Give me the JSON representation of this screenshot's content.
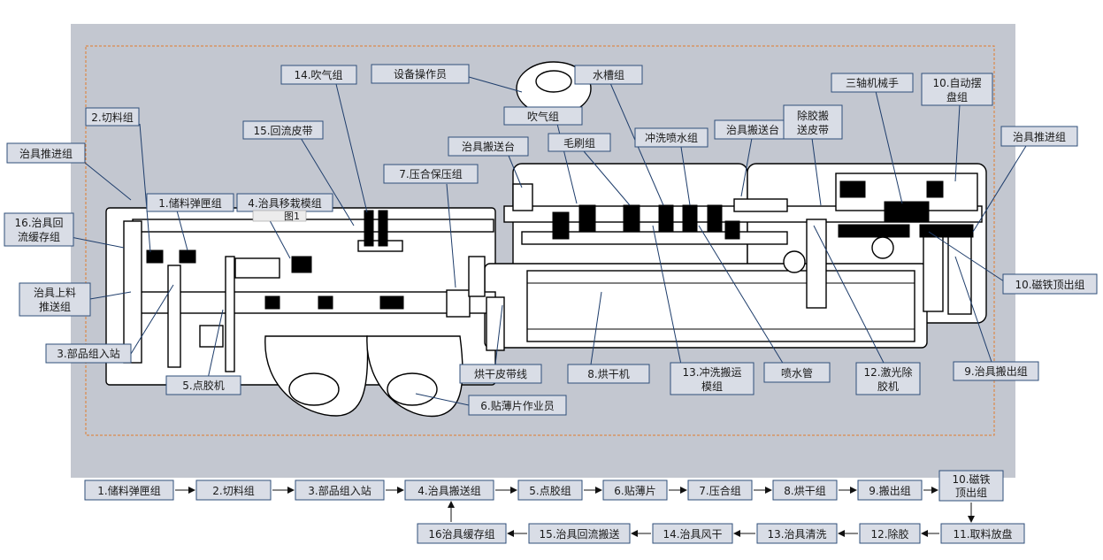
{
  "callouts": {
    "c_jig_push_left": "治具推进组",
    "c_cut": "2.切料组",
    "c_feeder": "1.储料弹匣组",
    "c_jig_move": "4.治具移栽模组",
    "c_return_belt": "15.回流皮带",
    "c_blow14": "14.吹气组",
    "c_operator": "设备操作员",
    "c_press": "7.压合保压组",
    "c_jig_carry1": "治具搬送台",
    "c_blow": "吹气组",
    "c_brush": "毛刷组",
    "c_tank": "水槽组",
    "c_wash_spray": "冲洗喷水组",
    "c_jig_carry2": "治具搬送台",
    "c_deglue_belt_1": "除胶搬",
    "c_deglue_belt_2": "送皮带",
    "c_3axis": "三轴机械手",
    "c_auto_tray_1": "10.自动摆",
    "c_auto_tray_2": "盘组",
    "c_jig_push_right": "治具推进组",
    "c_return_buffer_1": "16.治具回",
    "c_return_buffer_2": "流缓存组",
    "c_jig_feed_1": "治具上料",
    "c_jig_feed_2": "推送组",
    "c_parts_in": "3.部品组入站",
    "c_dispense": "5.点胶机",
    "c_dry_belt": "烘干皮带线",
    "c_dryer": "8.烘干机",
    "c_wash_move_1": "13.冲洗搬运",
    "c_wash_move_2": "模组",
    "c_nozzle": "喷水管",
    "c_laser_1": "12.激光除",
    "c_laser_2": "胶机",
    "c_out": "9.治具搬出组",
    "c_magnet_up": "10.磁铁顶出组",
    "c_film_op": "6.贴薄片作业员",
    "c_tooltip": "图1"
  },
  "flow": {
    "row1": [
      "1.储料弹匣组",
      "2.切料组",
      "3.部品组入站",
      "4.治具搬送组",
      "5.点胶组",
      "6.贴薄片",
      "7.压合组",
      "8.烘干组",
      "9.搬出组"
    ],
    "magnet_1": "10.磁铁",
    "magnet_2": "顶出组",
    "row2": [
      "11.取料放盘",
      "12.除胶",
      "13.治具清洗",
      "14.治具风干",
      "15.治具回流搬送",
      "16治具缓存组"
    ]
  },
  "colors": {
    "viewport_bg": "#c3c7d0",
    "callout_fill": "#d9dde6",
    "callout_border": "#2f4f7a",
    "boundary_dash": "#e07b2c"
  },
  "icons": [
    "arrow-right-icon",
    "arrow-down-icon",
    "arrow-left-icon",
    "arrow-up-icon"
  ]
}
